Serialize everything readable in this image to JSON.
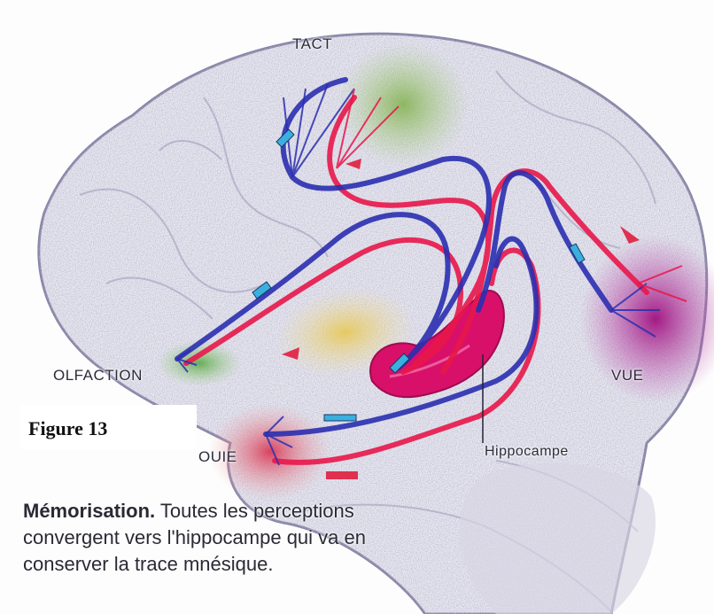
{
  "labels": {
    "tact": "TACT",
    "olfaction": "OLFACTION",
    "vue": "VUE",
    "ouie": "OUIE",
    "hippocampe": "Hippocampe"
  },
  "figure": {
    "label": "Figure 13"
  },
  "caption": {
    "title": "Mémorisation.",
    "text": "Toutes les perceptions convergent vers l'hippocampe qui va en conserver la trace mnésique."
  },
  "colors": {
    "afferent_pathway": "#e8174a",
    "efferent_pathway": "#2b2fb0",
    "tact_area": "#8fbf5a",
    "olfaction_area": "#6db35a",
    "vue_area": "#b0108f",
    "ouie_area": "#e0506a",
    "hippocampe": "#d8106a",
    "amygdala_area": "#e6c84a",
    "arrow_cyan": "#3ab0e0",
    "arrow_red": "#e03050"
  }
}
